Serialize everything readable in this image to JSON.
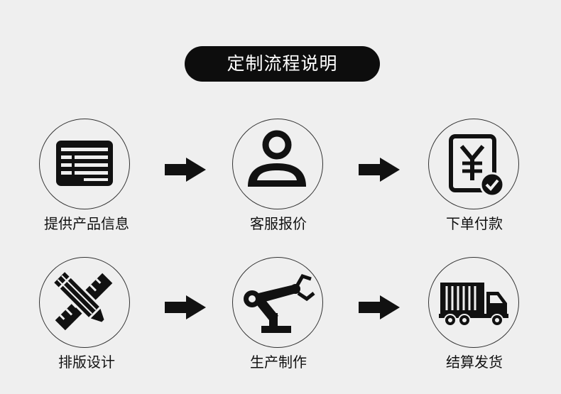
{
  "title": "定制流程说明",
  "steps": [
    {
      "label": "提供产品信息",
      "icon": "product-info-form-icon"
    },
    {
      "label": "客服报价",
      "icon": "customer-service-person-icon"
    },
    {
      "label": "下单付款",
      "icon": "yuan-payment-check-icon"
    },
    {
      "label": "排版设计",
      "icon": "pencil-ruler-design-icon"
    },
    {
      "label": "生产制作",
      "icon": "robot-arm-production-icon"
    },
    {
      "label": "结算发货",
      "icon": "delivery-truck-icon"
    }
  ],
  "colors": {
    "background": "#efefef",
    "pill": "#0d0d0d",
    "icon": "#111111",
    "circle_border": "#333333"
  }
}
